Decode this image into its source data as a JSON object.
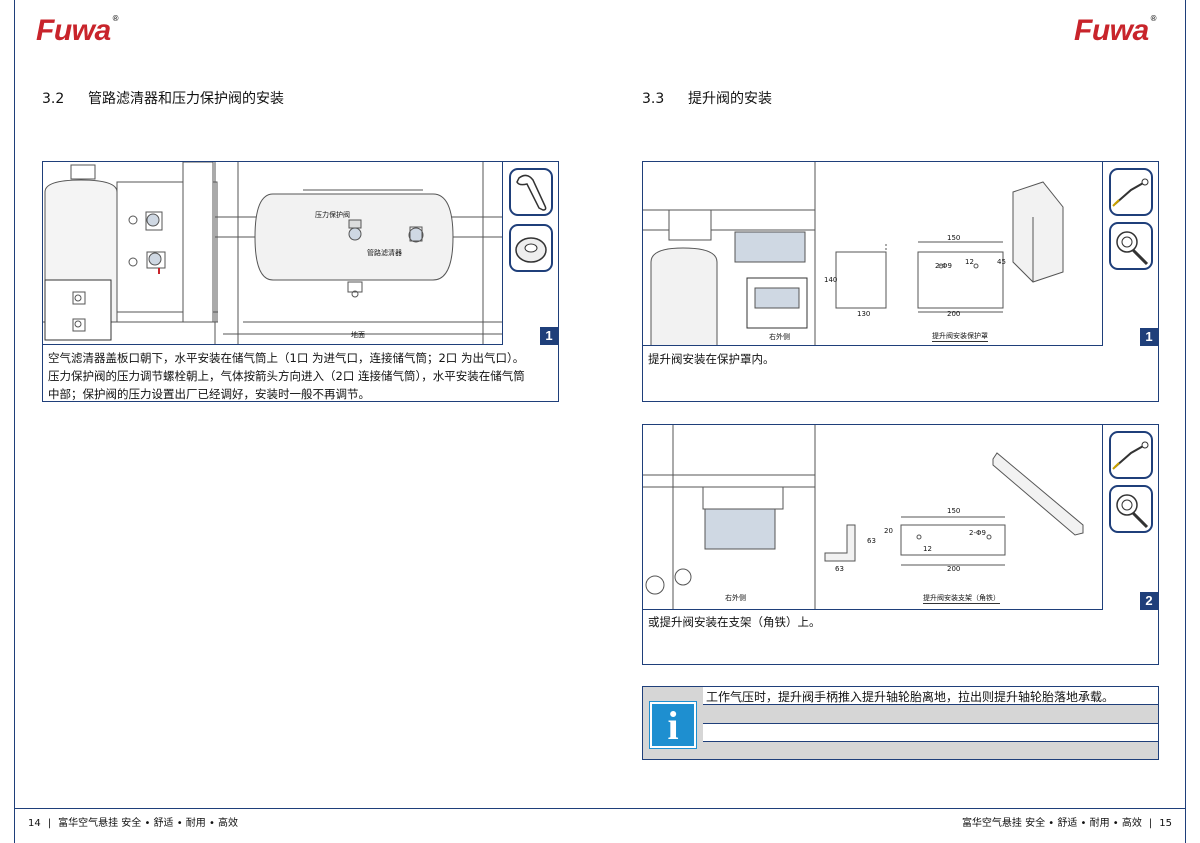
{
  "brand": {
    "name": "Fuwa",
    "reg_mark": "®",
    "brand_color": "#c8242b",
    "accent_color": "#1f3f7a",
    "info_color": "#1e8fd0"
  },
  "left_page": {
    "section_number": "3.2",
    "section_title": "管路滤清器和压力保护阀的安装",
    "figure1": {
      "labels": {
        "pressure_valve": "压力保护阀",
        "filter": "管路滤清器",
        "ground": "地面"
      },
      "number": "1",
      "caption_lines": [
        "空气滤清器盖板口朝下，水平安装在储气筒上（1口 为进气口，连接储气筒；2口 为出气口）。",
        "压力保护阀的压力调节螺栓朝上，气体按箭头方向进入（2口 连接储气筒），水平安装在储气筒",
        "中部；保护阀的压力设置出厂已经调好，安装时一般不再调节。"
      ],
      "tools": [
        "wrench-icon",
        "thread-seal-tape-icon"
      ]
    },
    "footer": {
      "page": "14",
      "text": "富华空气悬挂  安全 • 舒适 • 耐用 • 高效"
    }
  },
  "right_page": {
    "section_number": "3.3",
    "section_title": "提升阀的安装",
    "figure1": {
      "labels": {
        "outer_side": "右外侧",
        "title": "提升阀安装保护罩",
        "d150": "150",
        "d200": "200",
        "d130": "130",
        "d140": "140",
        "d12": "12",
        "d45": "45",
        "holes": "2-Φ9"
      },
      "number": "1",
      "caption": "提升阀安装在保护罩内。",
      "tools": [
        "welding-torch-icon",
        "ring-spanner-icon"
      ]
    },
    "figure2": {
      "labels": {
        "outer_side": "右外侧",
        "title": "提升阀安装支架（角铁）",
        "d150": "150",
        "d200": "200",
        "d63a": "63",
        "d63b": "63",
        "d20": "20",
        "d12": "12",
        "holes": "2-Φ9"
      },
      "number": "2",
      "caption": "或提升阀安装在支架（角铁）上。",
      "tools": [
        "welding-torch-icon",
        "ring-spanner-icon"
      ]
    },
    "note": {
      "icon": "info-icon",
      "text": "工作气压时，提升阀手柄推入提升轴轮胎离地，拉出则提升轴轮胎落地承载。"
    },
    "footer": {
      "page": "15",
      "text": "富华空气悬挂  安全 • 舒适 • 耐用 • 高效"
    }
  }
}
